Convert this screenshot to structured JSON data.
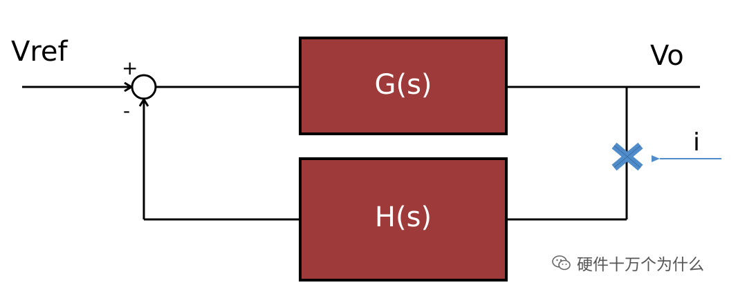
{
  "labels": {
    "input": "Vref",
    "output": "Vo",
    "plus": "+",
    "minus": "-",
    "current": "i"
  },
  "blocks": {
    "forward": "G(s)",
    "feedback": "H(s)"
  },
  "watermark": {
    "text": "硬件十万个为什么",
    "icon": "wechat-icon"
  },
  "colors": {
    "block_fill": "#9e3b3a",
    "line": "#000000",
    "disturbance": "#4f8cc9"
  }
}
